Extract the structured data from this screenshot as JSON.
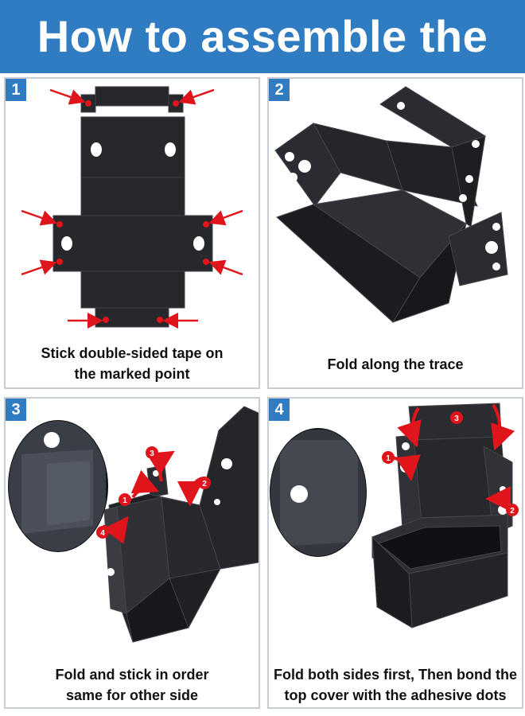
{
  "title": "How to assemble the box",
  "colors": {
    "banner": "#2f7cc3",
    "box": "#25272b",
    "marker": "#e0141b",
    "frame": "#c8cdd3"
  },
  "steps": [
    {
      "number": "1",
      "line1": "Stick double-sided tape on",
      "line2": "the marked point"
    },
    {
      "number": "2",
      "line1": "Fold along the trace",
      "line2": ""
    },
    {
      "number": "3",
      "line1": "Fold and stick in order",
      "line2": "same for other side",
      "markers": [
        "1",
        "2",
        "3",
        "4"
      ]
    },
    {
      "number": "4",
      "line1": "Fold both sides first, Then bond the",
      "line2": "top cover with the adhesive dots",
      "markers": [
        "1",
        "2",
        "3"
      ]
    }
  ]
}
